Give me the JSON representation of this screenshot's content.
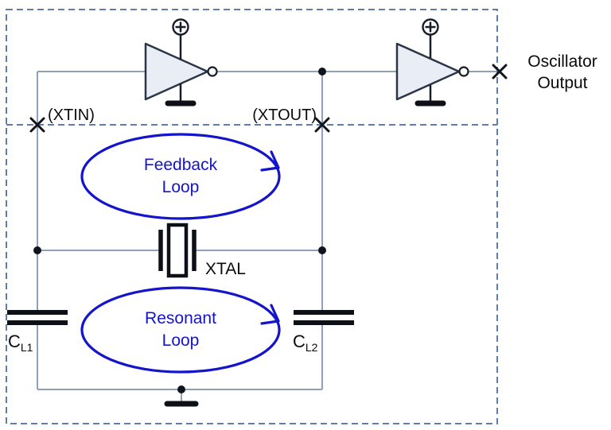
{
  "labels": {
    "xtin": "(XTIN)",
    "xtout": "(XTOUT)",
    "oscillator_output_line1": "Oscillator",
    "oscillator_output_line2": "Output",
    "xtal": "XTAL",
    "cap_prefix": "C",
    "cl1_subscript": "L1",
    "cl2_subscript": "L2",
    "feedback_loop_line1": "Feedback",
    "feedback_loop_line2": "Loop",
    "resonant_loop_line1": "Resonant",
    "resonant_loop_line2": "Loop"
  },
  "icons": {
    "power": "plus-in-circle",
    "ground": "ground-bar",
    "pin": "x-mark",
    "loop_direction": "clockwise-arrow"
  },
  "colors": {
    "boundary_dash": "#5f7da8",
    "wire": "#8fa0bd",
    "component": "#10151d",
    "loop_blue": "#1414cc",
    "inverter_fill": "#e9edf5",
    "background": "#ffffff",
    "text": "#0b0b0b"
  }
}
